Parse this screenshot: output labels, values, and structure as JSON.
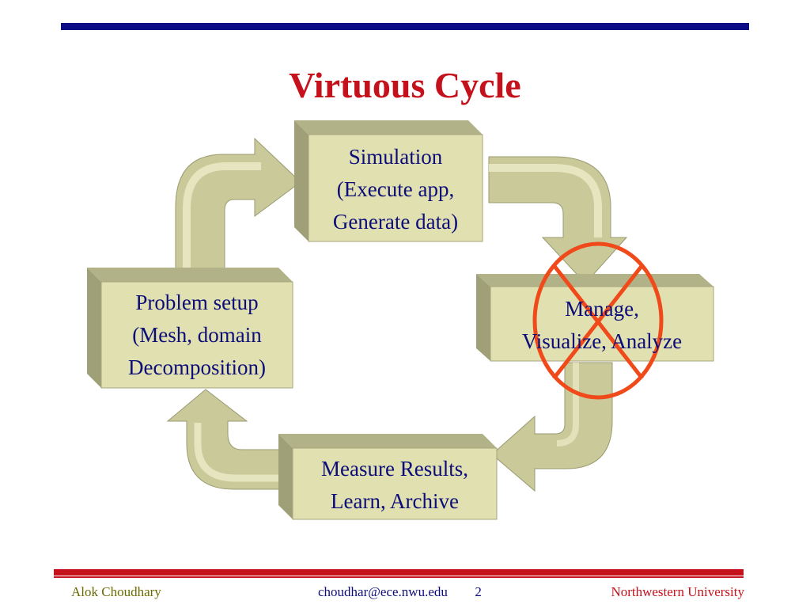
{
  "slide": {
    "title": "Virtuous Cycle",
    "page_number": "2"
  },
  "boxes": {
    "simulation": [
      "Simulation",
      "(Execute app,",
      "Generate data)"
    ],
    "manage": [
      "Manage,",
      "Visualize, Analyze"
    ],
    "problem": [
      "Problem setup",
      "(Mesh, domain",
      "Decomposition)"
    ],
    "measure": [
      "Measure Results,",
      "Learn, Archive"
    ]
  },
  "footer": {
    "author": "Alok Choudhary",
    "email": "choudhar@ece.nwu.edu",
    "page": "2",
    "institution": "Northwestern University"
  },
  "colors": {
    "box_face": "#e0e0b0",
    "arrow_face": "#dcdcb0",
    "text": "#0d0d7a",
    "title": "#c4111b",
    "cross_out": "#f04a1a"
  }
}
